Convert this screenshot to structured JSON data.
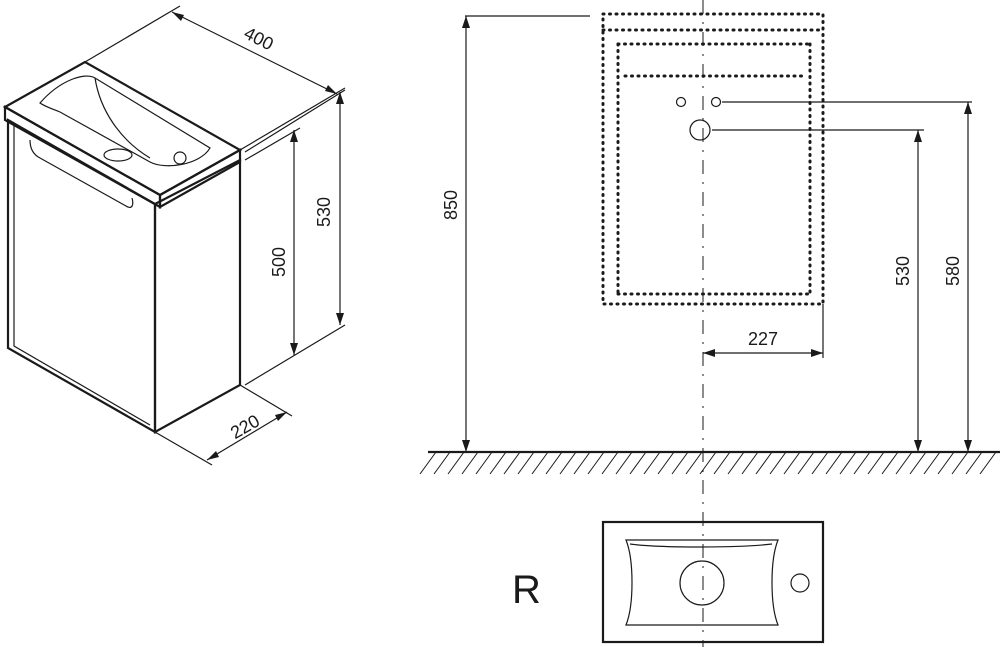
{
  "isometric": {
    "width_dim": "400",
    "height_dim_outer": "530",
    "height_dim_inner": "500",
    "depth_dim": "220"
  },
  "elevation": {
    "total_height_dim": "850",
    "drain_offset_dim": "227",
    "drain_height_dim": "530",
    "supply_height_dim": "580"
  },
  "plan": {
    "variant_label": "R"
  }
}
